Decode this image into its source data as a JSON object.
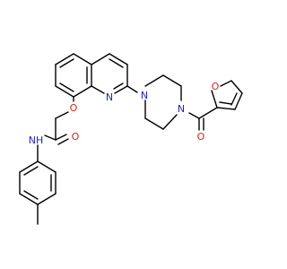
{
  "colors": {
    "bond": "#000000",
    "nitrogen": "#1f1fd6",
    "oxygen": "#e0220f",
    "background": "#ffffff"
  },
  "atoms": {
    "quinoline_n": "N",
    "piperazine_n_top": "N",
    "piperazine_n_bottom": "N",
    "ether_o": "O",
    "furan_o": "O",
    "carbonyl_o_right": "O",
    "amide_o": "O",
    "amide_nh": "NH"
  }
}
